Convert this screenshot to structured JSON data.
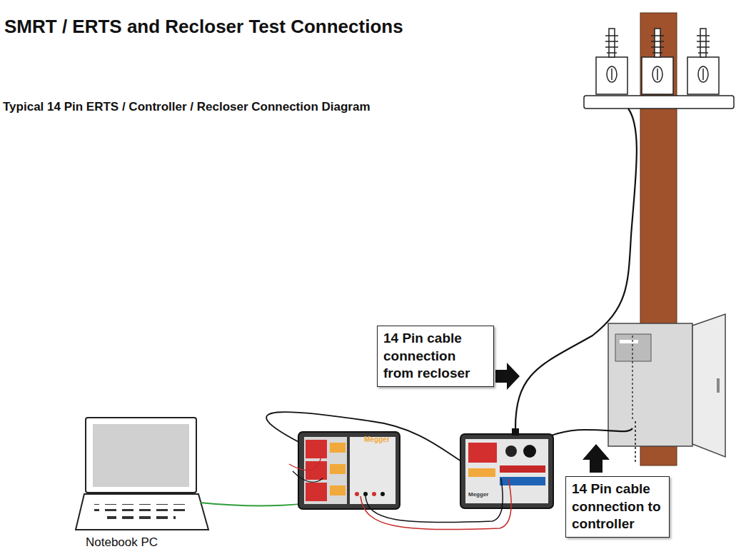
{
  "diagram": {
    "title": "SMRT / ERTS and Recloser Test Connections",
    "nodes": [
      {
        "text": [
          "14 Pin cable connection from recloser"
        ]
      },
      {
        "text": [
          "14 Pin cable connection to controller"
        ]
      }
    ],
    "labels": [
      "Typical 14 Pin ERTS / Controller / Recloser Connection Diagram",
      "Notebook PC",
      "Megger",
      "Megger"
    ]
  }
}
